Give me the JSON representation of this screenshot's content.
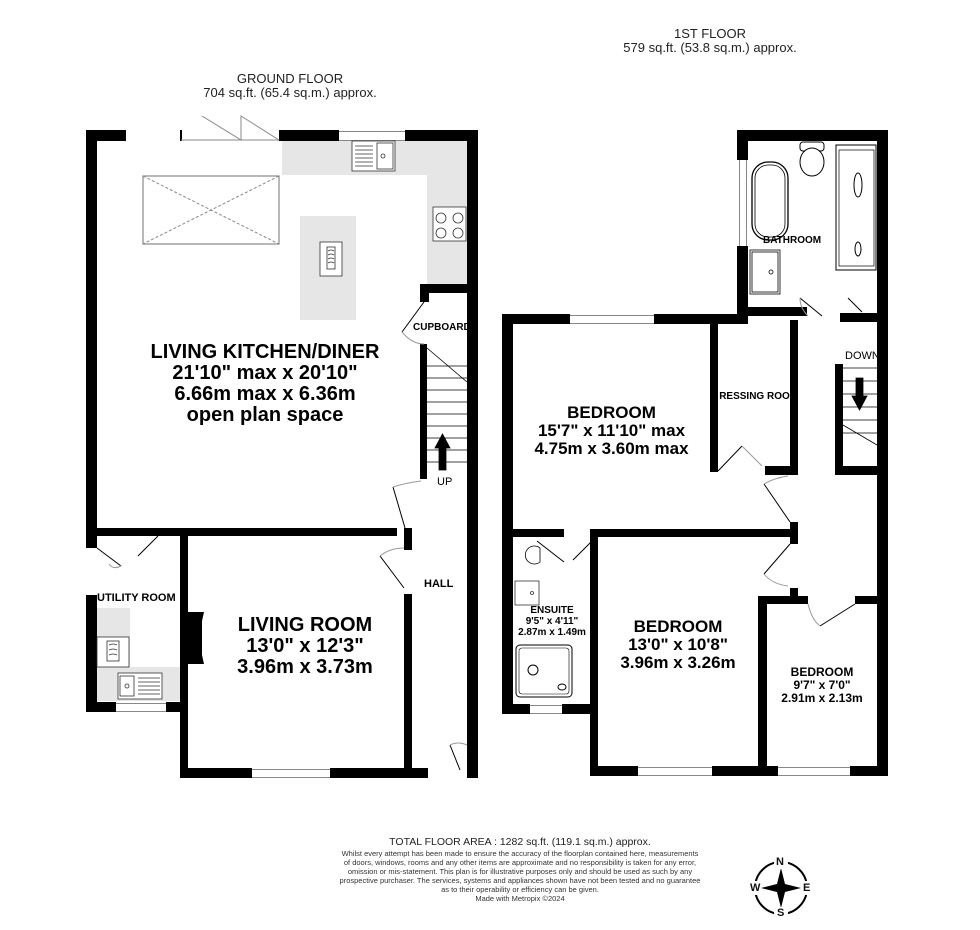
{
  "ground_floor": {
    "title": "GROUND FLOOR",
    "area": "704 sq.ft. (65.4 sq.m.) approx.",
    "rooms": {
      "living_kitchen": {
        "name": "LIVING KITCHEN/DINER",
        "imperial": "21'10\" max x 20'10\"",
        "metric": "6.66m max x 6.36m",
        "note": "open plan space"
      },
      "cupboard": {
        "name": "CUPBOARD"
      },
      "utility": {
        "name": "UTILITY ROOM"
      },
      "living_room": {
        "name": "LIVING ROOM",
        "imperial": "13'0\"  x 12'3\"",
        "metric": "3.96m  x 3.73m"
      },
      "hall": {
        "name": "HALL"
      },
      "stairs_label": "UP"
    }
  },
  "first_floor": {
    "title": "1ST FLOOR",
    "area": "579 sq.ft. (53.8 sq.m.) approx.",
    "rooms": {
      "bathroom": {
        "name": "BATHROOM"
      },
      "bedroom_main": {
        "name": "BEDROOM",
        "imperial": "15'7\"  x 11'10\" max",
        "metric": "4.75m  x 3.60m max"
      },
      "dressing_room": {
        "name": "RESSING ROO"
      },
      "ensuite": {
        "name": "ENSUITE",
        "imperial": "9'5\"  x 4'11\"",
        "metric": "2.87m  x 1.49m"
      },
      "bedroom_2": {
        "name": "BEDROOM",
        "imperial": "13'0\"  x 10'8\"",
        "metric": "3.96m  x 3.26m"
      },
      "bedroom_3": {
        "name": "BEDROOM",
        "imperial": "9'7\"  x 7'0\"",
        "metric": "2.91m  x 2.13m"
      },
      "stairs_label": "DOWN"
    }
  },
  "footer": {
    "total": "TOTAL FLOOR AREA : 1282 sq.ft. (119.1 sq.m.) approx.",
    "disclaimer_lines": [
      "Whilst every attempt has been made to ensure the accuracy of the floorplan contained here, measurements",
      "of doors, windows, rooms and any other items are approximate and no responsibility is taken for any error,",
      "omission or mis-statement. This plan is for illustrative purposes only and should be used as such by any",
      "prospective purchaser. The services, systems and appliances shown have not been tested and no guarantee",
      "as to their operability or efficiency can be given."
    ],
    "credit": "Made with Metropix ©2024"
  },
  "compass": {
    "n": "N",
    "s": "S",
    "e": "E",
    "w": "W",
    "icon": "compass-rose-icon"
  },
  "colors": {
    "wall": "#000000",
    "counter": "#e6e6e6",
    "window": "#888888",
    "background": "#ffffff"
  }
}
